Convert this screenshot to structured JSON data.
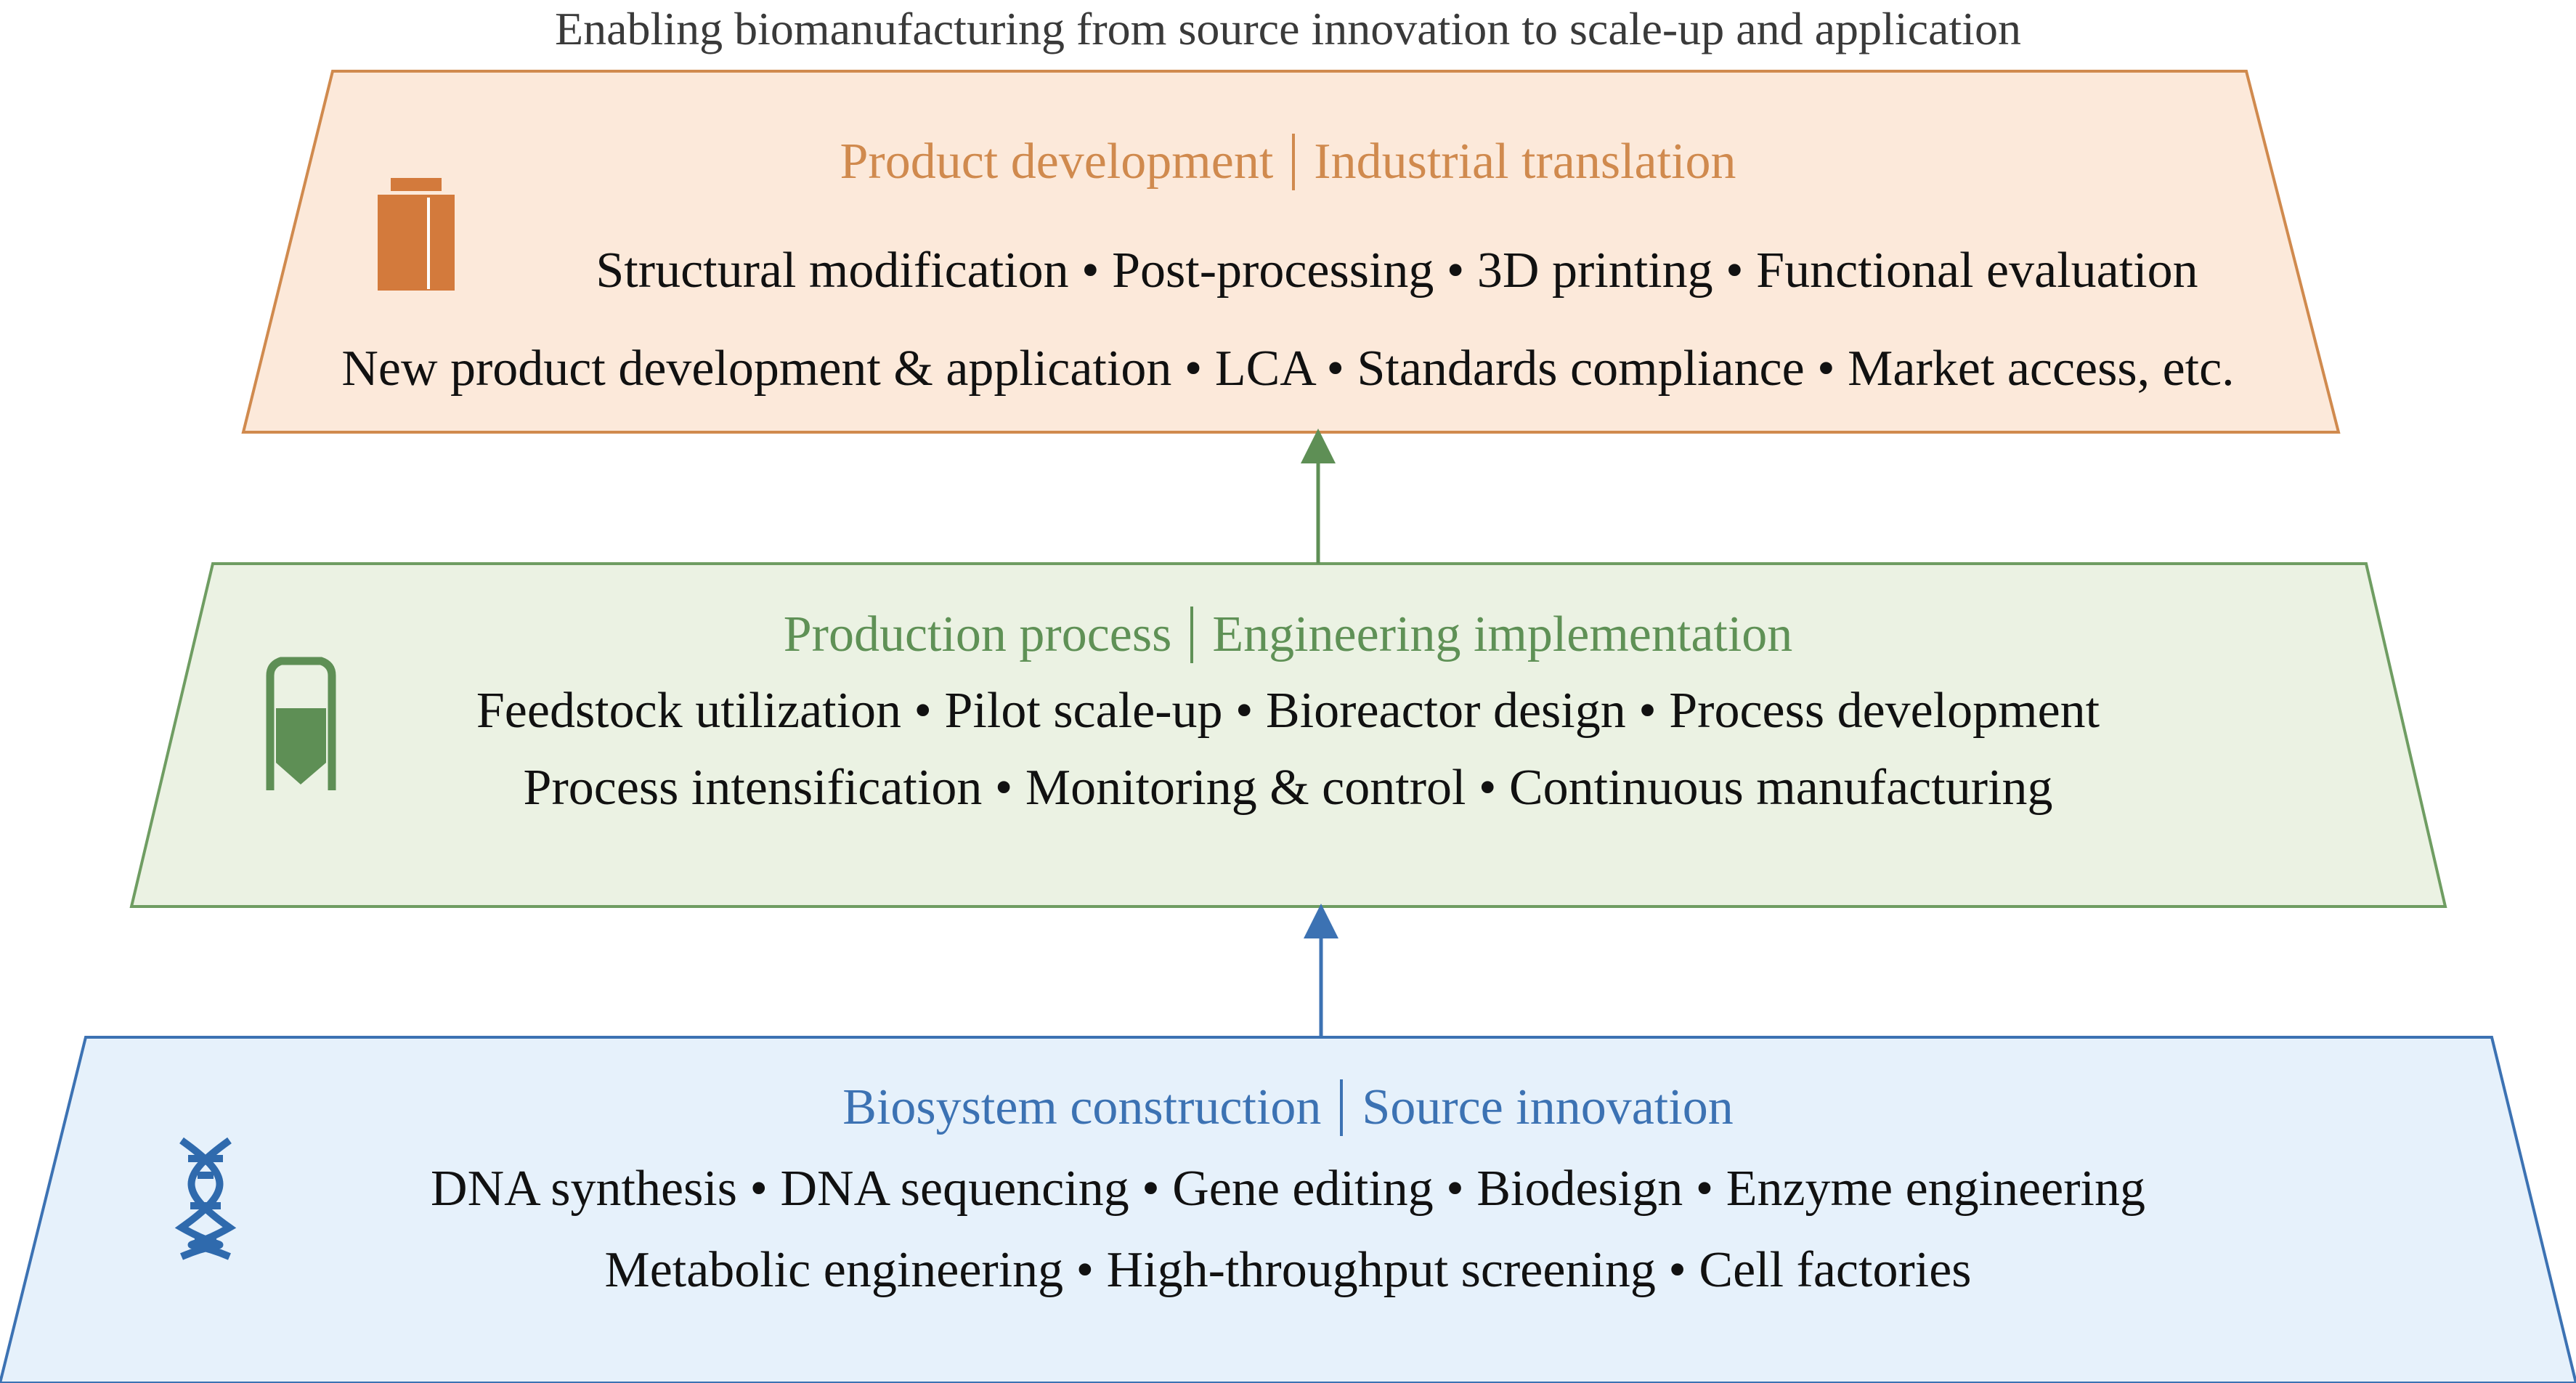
{
  "title": "Enabling biomanufacturing from source innovation to scale-up and application",
  "colors": {
    "top_fill": "#fce9da",
    "top_stroke": "#d08a4e",
    "top_text": "#d08a4e",
    "top_icon": "#d37a3c",
    "mid_fill": "#ebf2e3",
    "mid_stroke": "#6f9d62",
    "mid_text": "#5f9156",
    "mid_icon": "#5e8f55",
    "bot_fill": "#e6f1fb",
    "bot_stroke": "#3c72b3",
    "bot_text": "#3c72b3",
    "bot_icon": "#2f6aad",
    "arrow_green": "#5e8f55",
    "arrow_blue": "#3c72b3"
  },
  "layers": {
    "top": {
      "heading_left": "Product development",
      "heading_right": "Industrial translation",
      "line1": "Structural modification • Post-processing • 3D printing • Functional evaluation",
      "line2": "New product development & application • LCA • Standards compliance • Market access, etc.",
      "icon": "package-icon"
    },
    "middle": {
      "heading_left": "Production process",
      "heading_right": "Engineering implementation",
      "line1": "Feedstock utilization • Pilot scale-up • Bioreactor design • Process development",
      "line2": "Process intensification • Monitoring & control • Continuous manufacturing",
      "icon": "bioreactor-icon"
    },
    "bottom": {
      "heading_left": "Biosystem construction",
      "heading_right": "Source innovation",
      "line1": "DNA synthesis • DNA sequencing • Gene editing • Biodesign • Enzyme engineering",
      "line2": "Metabolic engineering • High-throughput screening • Cell factories",
      "icon": "dna-icon"
    }
  }
}
